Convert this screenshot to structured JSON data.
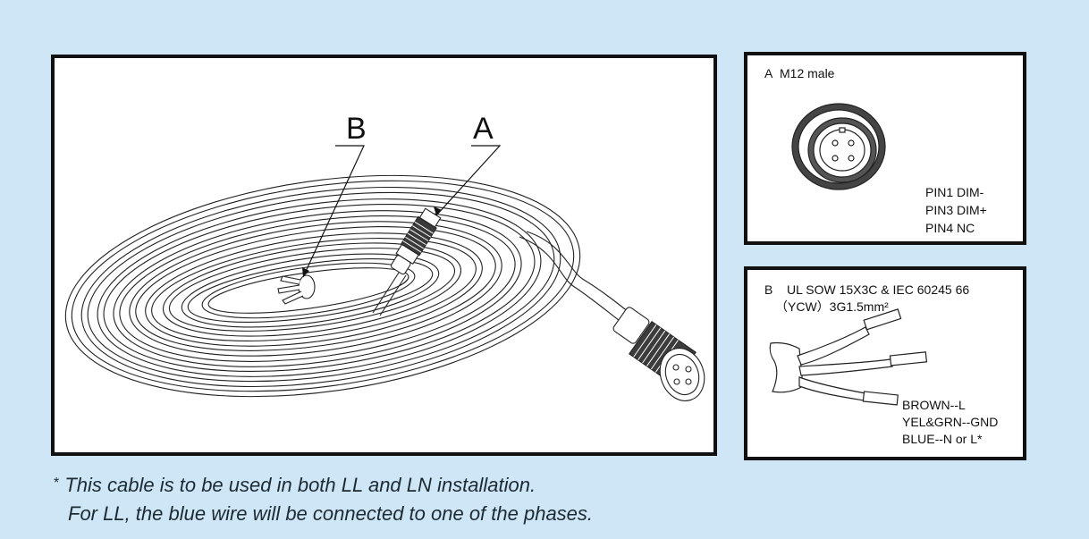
{
  "main": {
    "callout_a": "A",
    "callout_b": "B"
  },
  "panel_a": {
    "title_letter": "A",
    "title": "M12 male",
    "pins": [
      "PIN1  DIM-",
      "PIN3  DIM+",
      "PIN4  NC"
    ]
  },
  "panel_b": {
    "title_letter": "B",
    "title": "UL SOW 15X3C  &  IEC 60245 66",
    "subtitle": "（YCW）3G1.5mm²",
    "wires": [
      "BROWN--L",
      "YEL&GRN--GND",
      "BLUE--N or L*"
    ]
  },
  "footnote": {
    "star": "*",
    "line1": "This cable is to be used in both LL and LN installation.",
    "line2": "For LL, the blue wire will be connected to one of the phases."
  },
  "colors": {
    "background": "#cfe6f7",
    "panel_border": "#111111",
    "line_art": "#222222"
  }
}
